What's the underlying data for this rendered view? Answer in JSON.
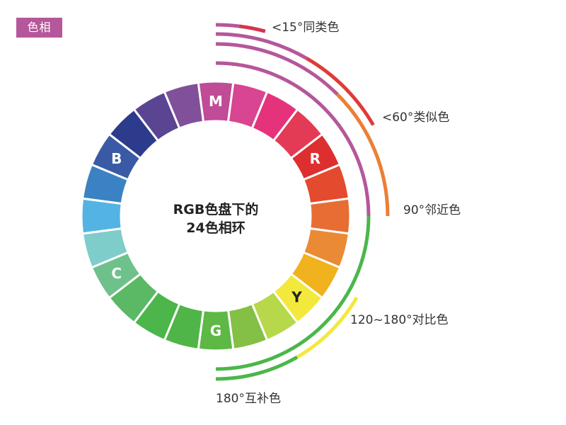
{
  "tag": "色相",
  "center": {
    "line1": "RGB色盘下的",
    "line2": "24色相环"
  },
  "labels": {
    "same": "<15°同类色",
    "similar": "<60°类似色",
    "adjacent": "90°邻近色",
    "contrast": "120~180°对比色",
    "complement": "180°互补色"
  },
  "wheel": {
    "segments": [
      "#c04b96",
      "#d84590",
      "#e4337a",
      "#e33b55",
      "#dd2f2f",
      "#e34a2e",
      "#e86d33",
      "#eb8a35",
      "#f0b21d",
      "#f2e93c",
      "#b6d84a",
      "#83c045",
      "#5db845",
      "#4fb548",
      "#4cb64b",
      "#5bb864",
      "#6fc18c",
      "#7ecdcb",
      "#53b4e4",
      "#3b82c4",
      "#3a5aa5",
      "#2c3b8b",
      "#5a4592",
      "#81509a"
    ],
    "markers": [
      {
        "segment": 0,
        "letter": "M"
      },
      {
        "segment": 4,
        "letter": "R"
      },
      {
        "segment": 9,
        "letter": "Y"
      },
      {
        "segment": 12,
        "letter": "G"
      },
      {
        "segment": 16,
        "letter": "C"
      },
      {
        "segment": 20,
        "letter": "B"
      }
    ]
  },
  "arcs": [
    {
      "name": "same-15",
      "color": "#b5579a",
      "from": 0,
      "to": 7
    },
    {
      "name": "same-15-red",
      "color": "#d6334f",
      "from": 7,
      "to": 15
    },
    {
      "name": "similar-60-pink",
      "color": "#b5579a",
      "from": 0,
      "to": 30
    },
    {
      "name": "similar-60-red",
      "color": "#e03a3a",
      "from": 30,
      "to": 60
    },
    {
      "name": "adjacent-90-pink",
      "color": "#b5579a",
      "from": 0,
      "to": 45
    },
    {
      "name": "adjacent-90-orange",
      "color": "#eb7f35",
      "from": 45,
      "to": 90
    },
    {
      "name": "pink-90",
      "color": "#b5579a",
      "from": 0,
      "to": 90
    },
    {
      "name": "contrast-green",
      "color": "#4cb64b",
      "from": 90,
      "to": 180
    },
    {
      "name": "contrast-yellow",
      "color": "#f2e93c",
      "from": 120,
      "to": 150
    },
    {
      "name": "complement-green",
      "color": "#4cb64b",
      "from": 150,
      "to": 180
    }
  ]
}
